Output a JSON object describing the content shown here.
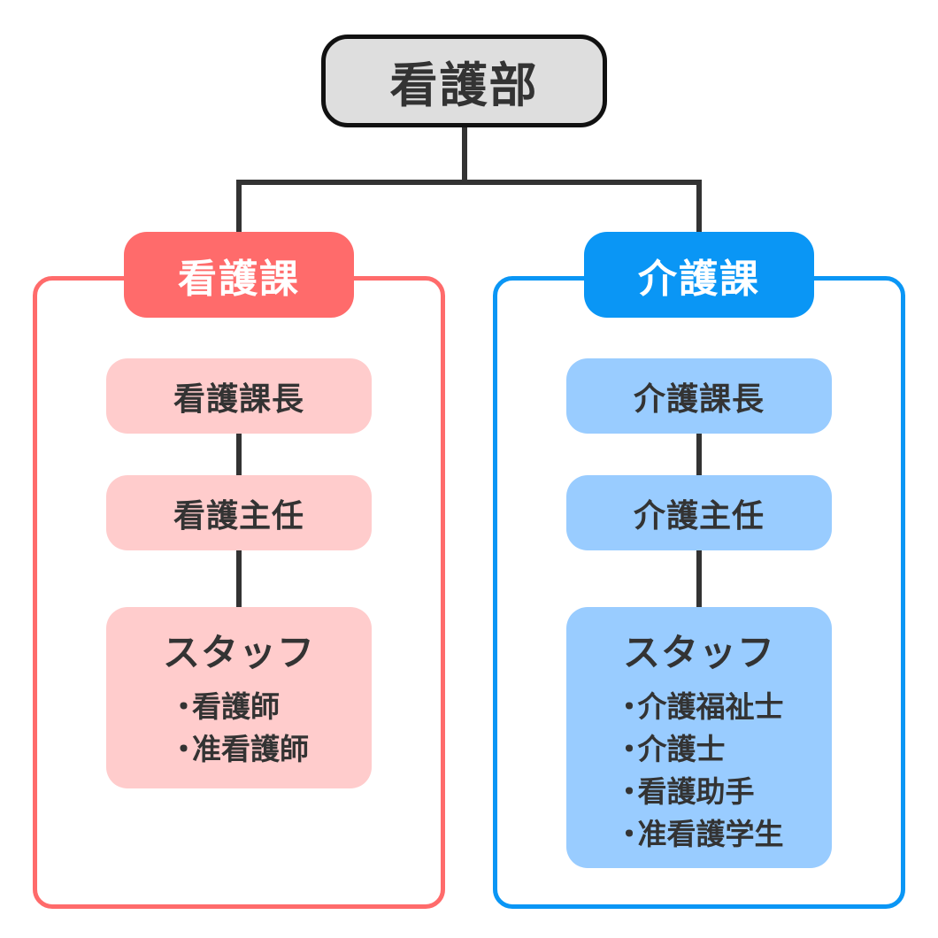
{
  "root": {
    "label": "看護部"
  },
  "colors": {
    "nurse_accent": "#ff6b6b",
    "nurse_light": "#ffcccc",
    "care_accent": "#0a96f5",
    "care_light": "#99ccff",
    "root_fill": "#dedede",
    "connector": "#333333"
  },
  "departments": [
    {
      "name": "看護課",
      "roles": [
        "看護課長",
        "看護主任"
      ],
      "staff": {
        "title": "スタッフ",
        "bullet": "・",
        "members": [
          "看護師",
          "准看護師"
        ]
      }
    },
    {
      "name": "介護課",
      "roles": [
        "介護課長",
        "介護主任"
      ],
      "staff": {
        "title": "スタッフ",
        "bullet": "・",
        "members": [
          "介護福祉士",
          "介護士",
          "看護助手",
          "准看護学生"
        ]
      }
    }
  ]
}
